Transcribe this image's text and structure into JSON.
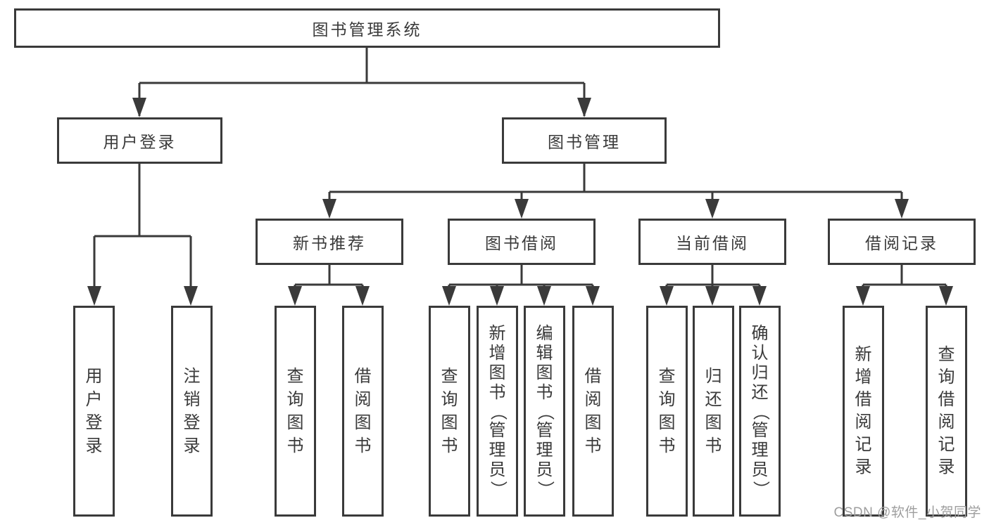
{
  "tree": {
    "label": "图书管理系统",
    "children": [
      {
        "label": "用户登录",
        "children": [
          {
            "label": "用户登录"
          },
          {
            "label": "注销登录"
          }
        ]
      },
      {
        "label": "图书管理",
        "children": [
          {
            "label": "新书推荐",
            "children": [
              {
                "label": "查询图书"
              },
              {
                "label": "借阅图书"
              }
            ]
          },
          {
            "label": "图书借阅",
            "children": [
              {
                "label": "查询图书"
              },
              {
                "label": "新增图书（管理员）"
              },
              {
                "label": "编辑图书（管理员）"
              },
              {
                "label": "借阅图书"
              }
            ]
          },
          {
            "label": "当前借阅",
            "children": [
              {
                "label": "查询图书"
              },
              {
                "label": "归还图书"
              },
              {
                "label": "确认归还（管理员）"
              }
            ]
          },
          {
            "label": "借阅记录",
            "children": [
              {
                "label": "新增借阅记录"
              },
              {
                "label": "查询借阅记录"
              }
            ]
          }
        ]
      }
    ]
  },
  "watermark": "CSDN @软件_小贺同学",
  "colors": {
    "line": "#3a3a3a",
    "text": "#3a3a3a",
    "box_fill": "#ffffff",
    "background": "#ffffff",
    "watermark": "#9e9e9e"
  }
}
